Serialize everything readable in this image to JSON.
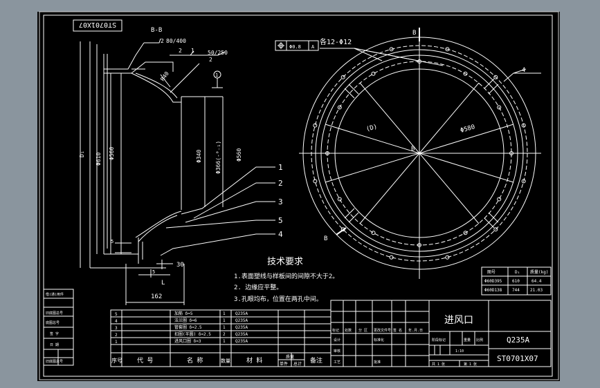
{
  "colors": {
    "background": "#8a959e",
    "sheet": "#000000",
    "line": "#ffffff",
    "frame": "#d0d0d0"
  },
  "drawing": {
    "code_box": "ST0701X07",
    "section_label": "B-B",
    "view_b_top": "B",
    "view_b_center": "B",
    "view_b_bottom": "B",
    "note_holes": "各12-Φ12",
    "tol_value": "Φ0.8",
    "tol_datum": "A",
    "dim_d1": "D₁",
    "dim_610": "Φ610",
    "dim_560a": "Φ560",
    "dim_340": "Φ340",
    "dim_366": "Φ366(-⁰₋₁)",
    "dim_560b": "Φ560",
    "dim_580": "Φ580",
    "dim_d": "(D)",
    "dim_162": "162",
    "dim_L": "L",
    "dim_30": "30",
    "dim_5a": "5",
    "dim_5b": "5",
    "dim_r40": "R40",
    "weld1": "2",
    "weld1_val": "80/400",
    "weld2a": "2",
    "weld2b": "1",
    "weld2_val": "50/250",
    "weld_r": "2",
    "balloon_4": "4",
    "balloon_circle": "1",
    "callouts": [
      "1",
      "2",
      "3",
      "5",
      "4"
    ]
  },
  "tech": {
    "title": "技术要求",
    "items": [
      "1.表面塑线与样板间的间隙不大于2。",
      "2.  边缘应平整。",
      "3.孔眼均布，位置在两孔中间。"
    ]
  },
  "spec_table": {
    "header": [
      "图号",
      "D₁",
      "质量(kg)"
    ],
    "rows": [
      [
        "Φ60D395",
        "610",
        "64.4"
      ],
      [
        "Φ60D138",
        "744",
        "21.03"
      ]
    ]
  },
  "bom": {
    "rows": [
      [
        "5",
        "加筋 δ=5",
        "1",
        "Q235A"
      ],
      [
        "4",
        "法兰圈 δ=6",
        "1",
        "Q235A"
      ],
      [
        "3",
        "管套圈 δ=2.5",
        "1",
        "Q235A"
      ],
      [
        "2",
        "扣圈(半圆) δ=2.5",
        "2",
        "Q235A"
      ],
      [
        "1",
        "进风口圈 δ=3",
        "1",
        "Q235A"
      ]
    ],
    "header": [
      "序号",
      "代 号",
      "名 称",
      "数量",
      "材 料",
      "单件",
      "总计",
      "备注"
    ],
    "weight_label": "质量"
  },
  "title_block": {
    "part_name": "进风口",
    "material": "Q235A",
    "drawing_no": "ST0701X07",
    "row1": [
      "标记",
      "处数",
      "分 区",
      "更改文件号",
      "签 名",
      "年.月.日"
    ],
    "row2": [
      "设计",
      "标准化"
    ],
    "row3": [
      "审核"
    ],
    "row4": [
      "工艺",
      "批准"
    ],
    "stage_header": [
      "阶段标记",
      "重量",
      "比例"
    ],
    "scale": "1:10",
    "sheet": [
      "共 1 张",
      "第 1 张"
    ]
  },
  "side_strip": [
    "借(通)用件",
    "",
    "旧底图总号",
    "底图总号",
    "签 字",
    "日 期",
    "旧底图总号"
  ]
}
